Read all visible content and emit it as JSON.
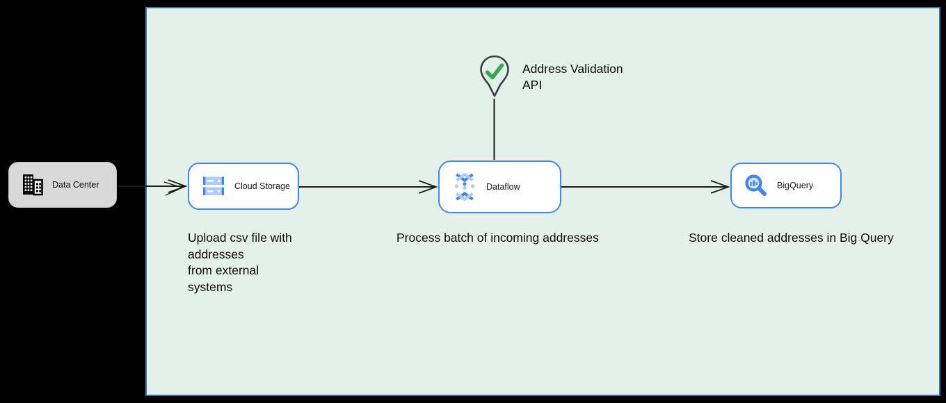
{
  "diagram": {
    "kind": "gcp-architecture-flow",
    "colors": {
      "page_bg": "#000000",
      "canvas_bg": "#e4f1e9",
      "canvas_border": "#3b74b8",
      "node_border": "#4285f4",
      "external_node_bg": "#d8d8d8",
      "icon_blue": "#4285f4",
      "icon_light_blue": "#aecbfa",
      "check_green": "#34a853",
      "connector": "#1a1a1a"
    },
    "external": {
      "label": "Data Center",
      "icon": "building-icon"
    },
    "nodes": [
      {
        "id": "cloud-storage",
        "label": "Cloud Storage",
        "icon": "cloud-storage-icon"
      },
      {
        "id": "dataflow",
        "label": "Dataflow",
        "icon": "dataflow-icon"
      },
      {
        "id": "bigquery",
        "label": "BigQuery",
        "icon": "bigquery-icon"
      }
    ],
    "api": {
      "label": "Address Validation\nAPI",
      "icon": "map-pin-check-icon"
    },
    "captions": {
      "upload": "Upload csv file with\naddresses\nfrom external\nsystems",
      "process": "Process batch of incoming addresses",
      "store": "Store cleaned addresses in Big Query"
    },
    "connectors": [
      {
        "from": "data-center",
        "to": "cloud-storage",
        "style": "arrow"
      },
      {
        "from": "cloud-storage",
        "to": "dataflow",
        "style": "arrow"
      },
      {
        "from": "dataflow",
        "to": "bigquery",
        "style": "arrow"
      },
      {
        "from": "address-validation-api",
        "to": "dataflow",
        "style": "line"
      }
    ]
  }
}
